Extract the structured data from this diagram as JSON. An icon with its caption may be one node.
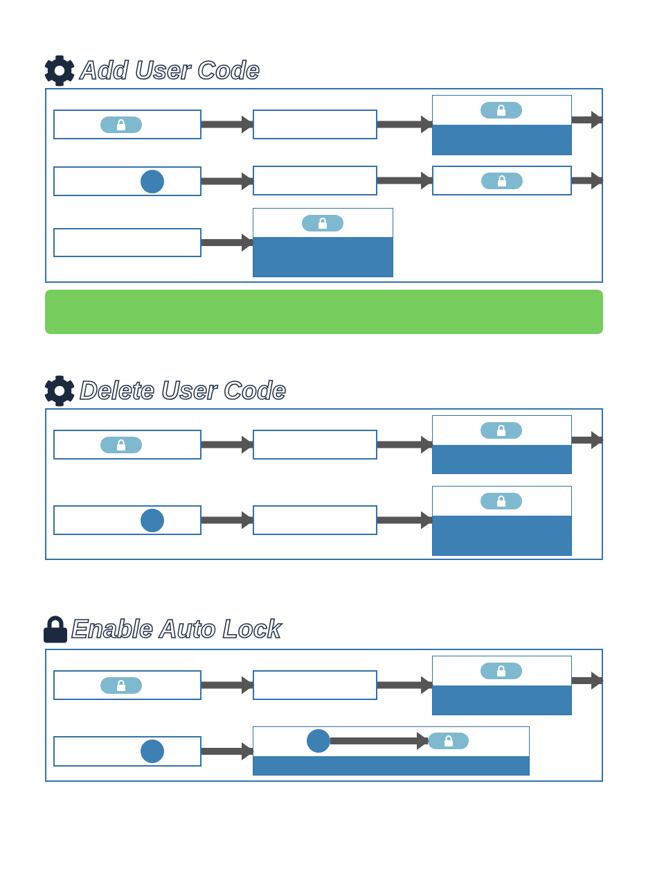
{
  "diagram": {
    "nodes": [
      {
        "text": [
          "Add User Code"
        ]
      },
      {
        "text": [],
        "shape": "box",
        "in": 0
      },
      {
        "text": [],
        "shape": "box",
        "in": 0
      },
      {
        "text": [],
        "shape": "box",
        "in": 0
      },
      {
        "text": [],
        "shape": "box",
        "in": 0
      },
      {
        "text": [],
        "shape": "box",
        "in": 0
      },
      {
        "text": [],
        "shape": "box",
        "in": 0
      },
      {
        "text": [],
        "shape": "box",
        "in": 0
      },
      {
        "text": [],
        "shape": "box",
        "in": 0
      },
      {
        "text": [
          "Delete User Code"
        ]
      },
      {
        "text": [],
        "shape": "box",
        "in": 9
      },
      {
        "text": [],
        "shape": "box",
        "in": 9
      },
      {
        "text": [],
        "shape": "box",
        "in": 9
      },
      {
        "text": [],
        "shape": "box",
        "in": 9
      },
      {
        "text": [],
        "shape": "box",
        "in": 9
      },
      {
        "text": [],
        "shape": "box",
        "in": 9
      },
      {
        "text": [
          "Enable Auto Lock"
        ]
      },
      {
        "text": [],
        "shape": "box",
        "in": 16
      },
      {
        "text": [],
        "shape": "box",
        "in": 16
      },
      {
        "text": [],
        "shape": "box",
        "in": 16
      },
      {
        "text": [],
        "shape": "box",
        "in": 16
      },
      {
        "text": [],
        "shape": "box",
        "in": 16
      },
      {
        "text": [],
        "shape": "circle",
        "in": 21
      },
      {
        "text": [],
        "shape": "box",
        "in": 21
      },
      {
        "text": [],
        "shape": "bar",
        "in": 3
      },
      {
        "text": [],
        "shape": "bar",
        "in": 8
      },
      {
        "text": [],
        "shape": "box"
      },
      {
        "text": [],
        "shape": "bar",
        "in": 12
      },
      {
        "text": [],
        "shape": "bar",
        "in": 15
      },
      {
        "text": [],
        "shape": "bar",
        "in": 19
      },
      {
        "text": [],
        "shape": "bar",
        "in": 21
      }
    ],
    "edges": [
      {
        "from": 1,
        "to": 2,
        "arrow": "to"
      },
      {
        "from": 2,
        "to": 3,
        "arrow": "to"
      },
      {
        "from": 3,
        "to": null,
        "arrow": "to"
      },
      {
        "from": 4,
        "to": 5,
        "arrow": "to"
      },
      {
        "from": 5,
        "to": 6,
        "arrow": "to"
      },
      {
        "from": 6,
        "to": null,
        "arrow": "to"
      },
      {
        "from": 7,
        "to": 8,
        "arrow": "to"
      },
      {
        "from": 10,
        "to": 11,
        "arrow": "to"
      },
      {
        "from": 11,
        "to": 12,
        "arrow": "to"
      },
      {
        "from": 12,
        "to": null,
        "arrow": "to"
      },
      {
        "from": 13,
        "to": 14,
        "arrow": "to"
      },
      {
        "from": 14,
        "to": 15,
        "arrow": "to"
      },
      {
        "from": 17,
        "to": 18,
        "arrow": "to"
      },
      {
        "from": 18,
        "to": 19,
        "arrow": "to"
      },
      {
        "from": 19,
        "to": null,
        "arrow": "to"
      },
      {
        "from": 20,
        "to": 21,
        "arrow": "to"
      },
      {
        "from": 22,
        "to": 23,
        "arrow": "to"
      }
    ]
  }
}
